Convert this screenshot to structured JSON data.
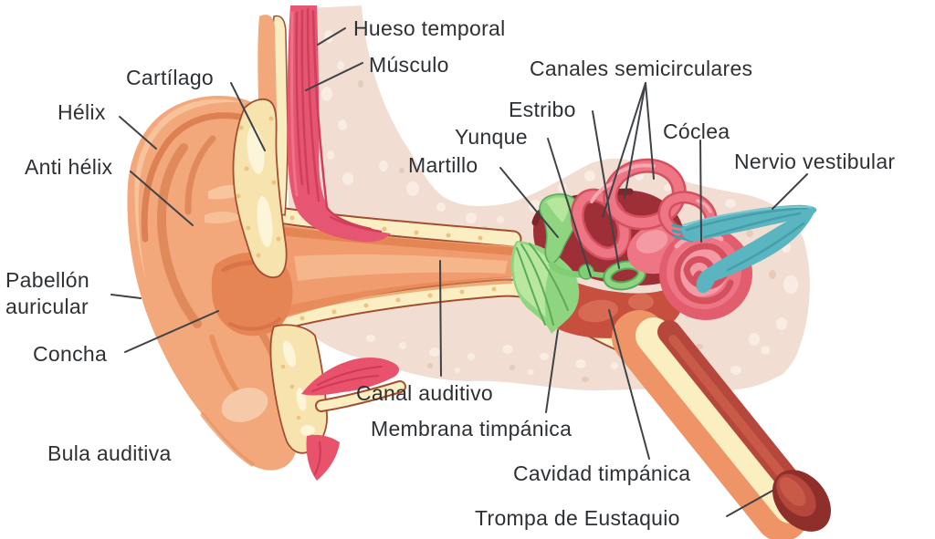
{
  "figure": {
    "subject": "Anatomía del oído humano",
    "type": "labeled-anatomy-diagram",
    "language": "es"
  },
  "labels": [
    {
      "id": "hueso-temporal",
      "text": "Hueso temporal"
    },
    {
      "id": "musculo",
      "text": "Músculo"
    },
    {
      "id": "cartilago",
      "text": "Cartílago"
    },
    {
      "id": "helix",
      "text": "Hélix"
    },
    {
      "id": "anti-helix",
      "text": "Anti hélix"
    },
    {
      "id": "canales-semicirculares",
      "text": "Canales semicirculares"
    },
    {
      "id": "estribo",
      "text": "Estribo"
    },
    {
      "id": "yunque",
      "text": "Yunque"
    },
    {
      "id": "martillo",
      "text": "Martillo"
    },
    {
      "id": "coclea",
      "text": "Cóclea"
    },
    {
      "id": "nervio-vestibular",
      "text": "Nervio vestibular"
    },
    {
      "id": "pabellon-auricular",
      "text": "Pabellón\nauricular"
    },
    {
      "id": "concha",
      "text": "Concha"
    },
    {
      "id": "canal-auditivo",
      "text": "Canal auditivo"
    },
    {
      "id": "membrana-timpanica",
      "text": "Membrana timpánica"
    },
    {
      "id": "bula-auditiva",
      "text": "Bula auditiva"
    },
    {
      "id": "cavidad-timpanica",
      "text": "Cavidad timpánica"
    },
    {
      "id": "trompa-eustaquio",
      "text": "Trompa de Eustaquio"
    }
  ],
  "palette": {
    "background": "#ffffff",
    "label_text": "#2e3134",
    "leader_line": "#3f4347",
    "skin": "#f3a87c",
    "skin_shadow": "#e08356",
    "bone": "#f1ddd1",
    "bone_hole_light": "#f8ece3",
    "bone_hole_dark": "#e7cbba",
    "cartilage": "#f7e3ae",
    "cartilage_light": "#fdf5d9",
    "muscle_red": "#e65672",
    "canal_orange": "#f09c6e",
    "cavity_maroon": "#9e2f36",
    "cavity_floor_red": "#c64f3e",
    "ossicle_green": "#8fd47f",
    "membrane_green": "#9ddb86",
    "labyrinth_pink": "#ee7583",
    "labyrinth_dark": "#d4505f",
    "nerve_teal": "#5ab5c1",
    "tube_core_red": "#b5473c"
  }
}
